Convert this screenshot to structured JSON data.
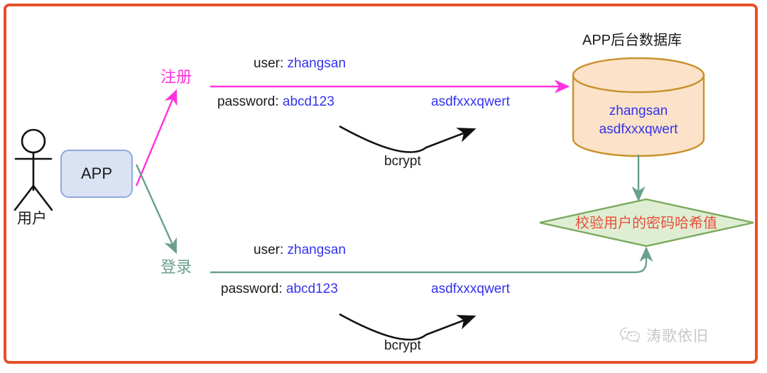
{
  "frame": {
    "border_color": "#e8502a"
  },
  "actor": {
    "label": "用户",
    "icon": "stick-figure-person-icon"
  },
  "app": {
    "label": "APP",
    "fill": "#dae3f3",
    "stroke": "#8ea9db"
  },
  "flows": {
    "register": {
      "label": "注册",
      "color": "#ff33dd",
      "user_prefix": "user: ",
      "user_value": "zhangsan",
      "password_prefix": "password: ",
      "password_value": "abcd123",
      "hash_value": "asdfxxxqwert",
      "transform_label": "bcrypt"
    },
    "login": {
      "label": "登录",
      "color": "#6aa08b",
      "user_prefix": "user: ",
      "user_value": "zhangsan",
      "password_prefix": "password: ",
      "password_value": "abcd123",
      "hash_value": "asdfxxxqwert",
      "transform_label": "bcrypt"
    }
  },
  "database": {
    "title": "APP后台数据库",
    "record_user": "zhangsan",
    "record_hash": "asdfxxxqwert",
    "fill": "#fbe2c8",
    "stroke": "#c8912a",
    "text_color": "#3333ee"
  },
  "decision": {
    "label": "校验用户的密码哈希值",
    "fill": "#dfeed3",
    "stroke": "#7aaa5c",
    "text_color": "#e8503a"
  },
  "watermark": {
    "text": "涛歌依旧",
    "icon": "wechat-logo-icon"
  }
}
